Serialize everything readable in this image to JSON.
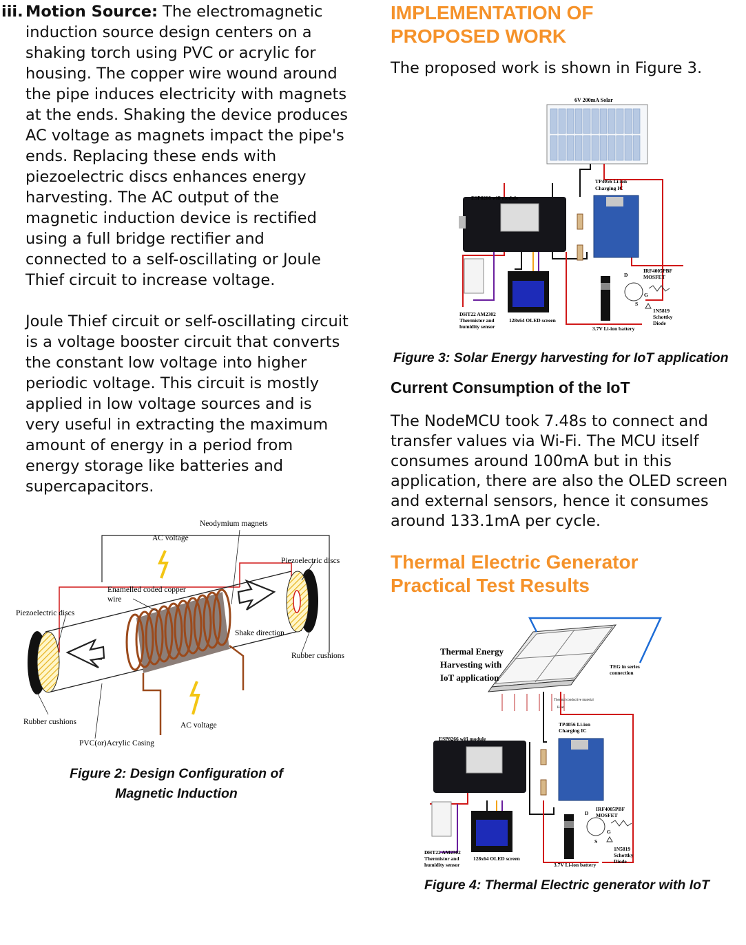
{
  "left": {
    "item_marker": "iii.",
    "item_lead": "Motion Source:",
    "item_paragraph_1": "The electromagnetic induction source design centers on a shaking torch using PVC or acrylic for housing. The copper wire wound around the pipe induces electricity with magnets at the ends. Shaking the device produces AC voltage as magnets impact the pipe's ends. Replacing these ends with piezoelectric discs enhances energy harvesting. The AC output of the magnetic induction device is rectified using a full bridge rectifier and connected to a self-oscillating or Joule Thief circuit to increase voltage.",
    "item_paragraph_2": "Joule Thief circuit or self-oscillating circuit is a voltage booster circuit that converts the constant low voltage into higher periodic voltage. This circuit is mostly applied in low voltage sources and is very useful in extracting the maximum amount of energy in a period from energy storage like batteries and supercapacitors.",
    "figure2": {
      "labels": {
        "neodymium": "Neodymium magnets",
        "ac_top": "AC voltage",
        "piezo_right": "Piezoelectric discs",
        "enamelled_1": "Enamelled coded copper",
        "enamelled_2": "wire",
        "piezo_left": "Piezoelectric discs",
        "shake": "Shake direction",
        "rubber_right": "Rubber cushions",
        "rubber_left": "Rubber cushions",
        "ac_bottom": "AC voltage",
        "casing": "PVC(or)Acrylic Casing"
      },
      "caption_line1": "Figure 2: Design Configuration of",
      "caption_line2": "Magnetic Induction"
    }
  },
  "right": {
    "heading_impl": "IMPLEMENTATION OF PROPOSED WORK",
    "intro": "The proposed work is shown in Figure 3.",
    "figure3": {
      "solar": "6V 200mA Solar",
      "tp4056_1": "TP4056 Li-ion",
      "tp4056_2": "Charging IC",
      "esp": "ESP8266 wifi module",
      "irf_1": "IRF4005PBF",
      "irf_2": "MOSFET",
      "diode_1": "1N5819",
      "diode_2": "Schottky",
      "diode_3": "Diode",
      "dht_1": "DHT22 AM2302",
      "dht_2": "Thermistor and",
      "dht_3": "humidity sensor",
      "oled": "128x64 OLED screen",
      "battery": "3.7V Li-ion battery",
      "pin_d": "D",
      "pin_g": "G",
      "pin_s": "S",
      "caption": "Figure 3: Solar Energy harvesting for IoT application"
    },
    "subheading_current": "Current Consumption of the IoT",
    "current_text": "The NodeMCU took 7.48s to connect and transfer values via Wi-Fi. The MCU itself consumes around 100mA but in this application, there are also the OLED screen and external sensors, hence it consumes around 133.1mA per cycle.",
    "heading_teg_1": "Thermal Electric Generator",
    "heading_teg_2": "Practical Test Results",
    "figure4": {
      "title_1": "Thermal Energy",
      "title_2": "Harvesting with",
      "title_3": "IoT application",
      "teg_1": "TEG in series",
      "teg_2": "connection",
      "thermal": "Thermal conductive material",
      "heat": "Heat",
      "tp4056_1": "TP4056 Li-ion",
      "tp4056_2": "Charging IC",
      "esp": "ESP8266 wifi module",
      "irf_1": "IRF4005PBF",
      "irf_2": "MOSFET",
      "diode_1": "1N5819",
      "diode_2": "Schottky",
      "diode_3": "Diode",
      "dht_1": "DHT22 AM2302",
      "dht_2": "Thermistor and",
      "dht_3": "humidity sensor",
      "oled": "128x64 OLED screen",
      "battery": "3.7V Li-ion battery",
      "pin_d": "D",
      "pin_g": "G",
      "pin_s": "S",
      "caption": "Figure 4: Thermal Electric generator with IoT"
    }
  }
}
